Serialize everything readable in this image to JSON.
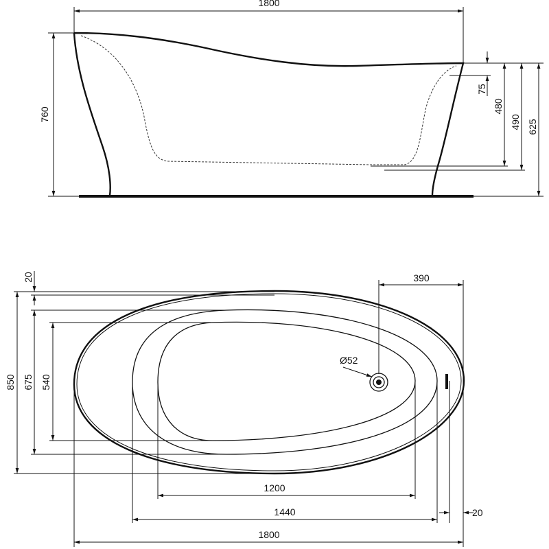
{
  "side_view": {
    "overall_length": "1800",
    "overall_height": "760",
    "rim_drop": "75",
    "inner_depth": "480",
    "water_depth": "490",
    "rim_height": "625"
  },
  "plan_view": {
    "rim_offset": "20",
    "overall_width": "850",
    "inner_rim_width": "675",
    "basin_width": "540",
    "drain_to_end": "390",
    "drain_diameter": "Ø52",
    "basin_length": "1200",
    "inner_rim_length": "1440",
    "end_offset": "20",
    "overall_length": "1800"
  }
}
